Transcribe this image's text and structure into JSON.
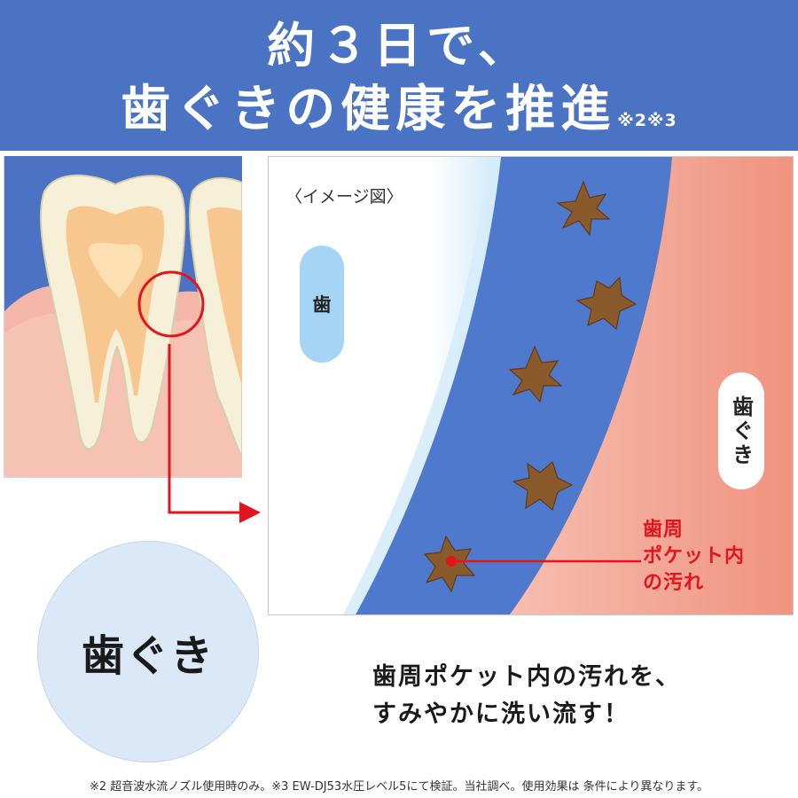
{
  "header": {
    "title_line1": "約３日で、",
    "title_line2": "歯ぐきの健康を推進",
    "title_note": "※2※3"
  },
  "illustration": {
    "image_label": "〈イメージ図〉",
    "tooth_label": "歯",
    "gum_label": "歯ぐき",
    "pocket_label_line1": "歯周",
    "pocket_label_line2": "ポケット内",
    "pocket_label_line3": "の汚れ"
  },
  "circle": {
    "label": "歯ぐき"
  },
  "caption": {
    "line1": "歯周ポケット内の汚れを、",
    "line2": "すみやかに洗い流す！"
  },
  "footnote": "※2 超音波水流ノズル使用時のみ。※3 EW-DJ53水圧レベル5にて検証。当社調べ。使用効果は 条件により異なります。",
  "colors": {
    "header_blue": "#4a73c4",
    "gum_pink": "#f2a08f",
    "pocket_blue": "#4f79cc",
    "debris_brown": "#8a5a2c",
    "accent_red": "#e4141e"
  }
}
